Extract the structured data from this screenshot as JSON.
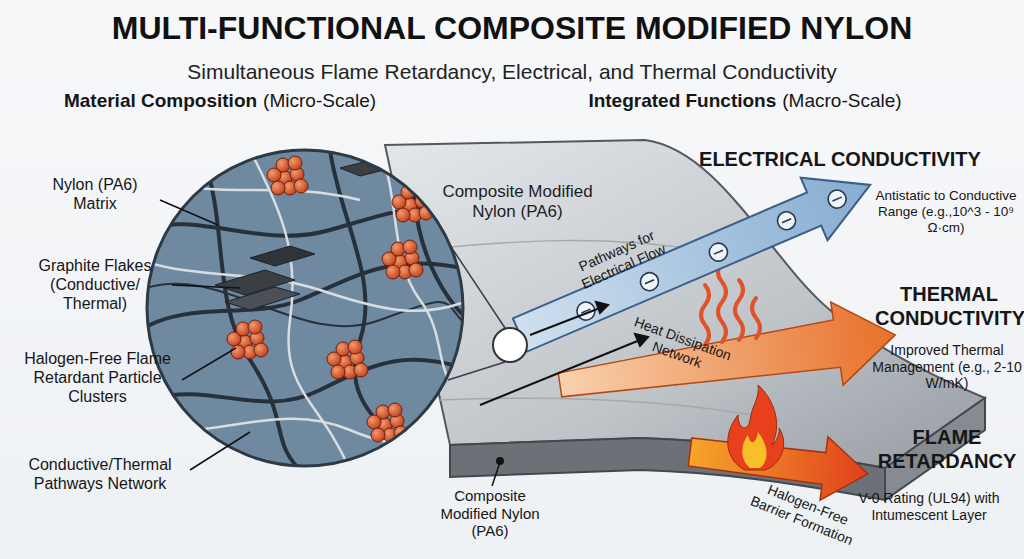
{
  "diagram": {
    "title": "MULTI-FUNCTIONAL COMPOSITE MODIFIED NYLON",
    "nodes": [
      {
        "text": [
          "Composite Modified Nylon (PA6)"
        ]
      }
    ],
    "labels": [
      "Simultaneous Flame Retardancy, Electrical, and Thermal Conductivity",
      "Material Composition",
      "(Micro-Scale)",
      "Integrated Functions",
      "(Macro-Scale)",
      "Nylon (PA6) Matrix",
      "Graphite Flakes (Conductive/ Thermal)",
      "Halogen-Free Flame Retardant Particle Clusters",
      "Conductive/Thermal Pathways Network",
      "Pathways for Electrical Flow",
      "Heat Dissipation Network",
      "Halogen-Free Barrier Formation",
      "ELECTRICAL CONDUCTIVITY",
      "Antistatic to Conductive Range (e.g.,10^3 - 10⁹ Ω·cm)",
      "THERMAL CONDUCTIVITY",
      "Improved Thermal Management (e.g., 2-10 W/mK)",
      "FLAME RETARDANCY",
      "V-0 Rating (UL94) with Intumescent Layer",
      "Composite Modified Nylon (PA6)"
    ]
  }
}
